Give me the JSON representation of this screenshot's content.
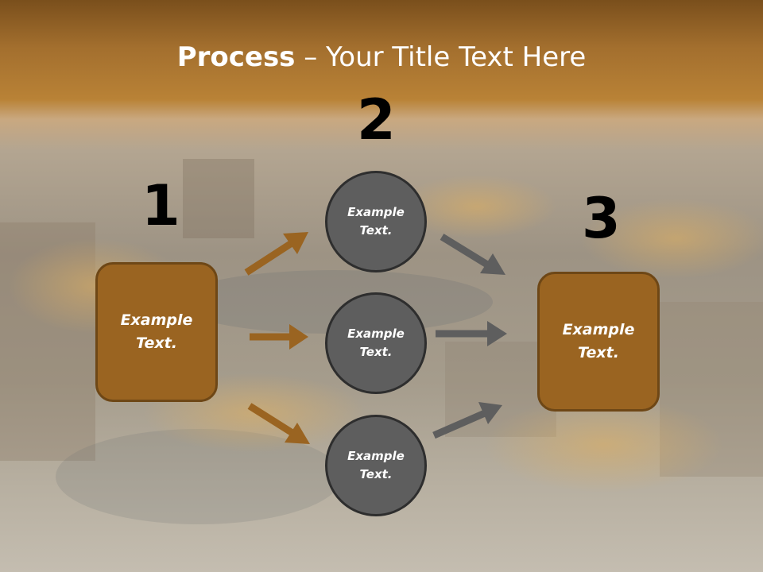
{
  "title": {
    "bold": "Process",
    "rest": " – Your Title Text Here"
  },
  "steps": {
    "one": {
      "number": "1",
      "text": "Example\nText."
    },
    "two": {
      "number": "2",
      "items": [
        "Example\nText.",
        "Example\nText.",
        "Example\nText."
      ]
    },
    "three": {
      "number": "3",
      "text": "Example\nText."
    }
  },
  "colors": {
    "brown": "#9a6421",
    "gray": "#5e5e5e",
    "arrow_brown": "#9a6421",
    "arrow_gray": "#5e5e5e"
  }
}
